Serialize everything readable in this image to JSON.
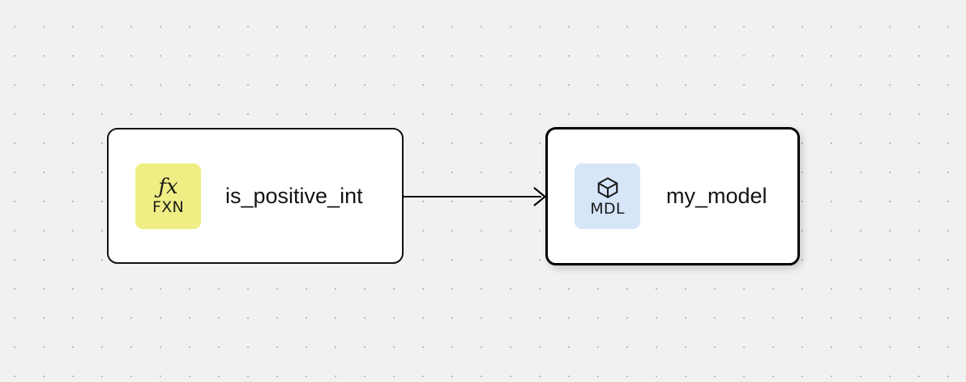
{
  "canvas": {
    "background_color": "#f1f1f1",
    "dot_color": "#bcbcbc",
    "grid_spacing": 36
  },
  "nodes": [
    {
      "id": "is_positive_int",
      "title": "is_positive_int",
      "badge_type": "FXN",
      "badge_glyph": "ƒx",
      "badge_color": "#eeee84",
      "selected": false
    },
    {
      "id": "my_model",
      "title": "my_model",
      "badge_type": "MDL",
      "badge_icon": "cube-icon",
      "badge_color": "#d7e5f8",
      "selected": true
    }
  ],
  "edges": [
    {
      "id": "edge-1",
      "source": "is_positive_int",
      "target": "my_model",
      "color": "#000000",
      "arrowhead": "arrow-marker"
    }
  ]
}
